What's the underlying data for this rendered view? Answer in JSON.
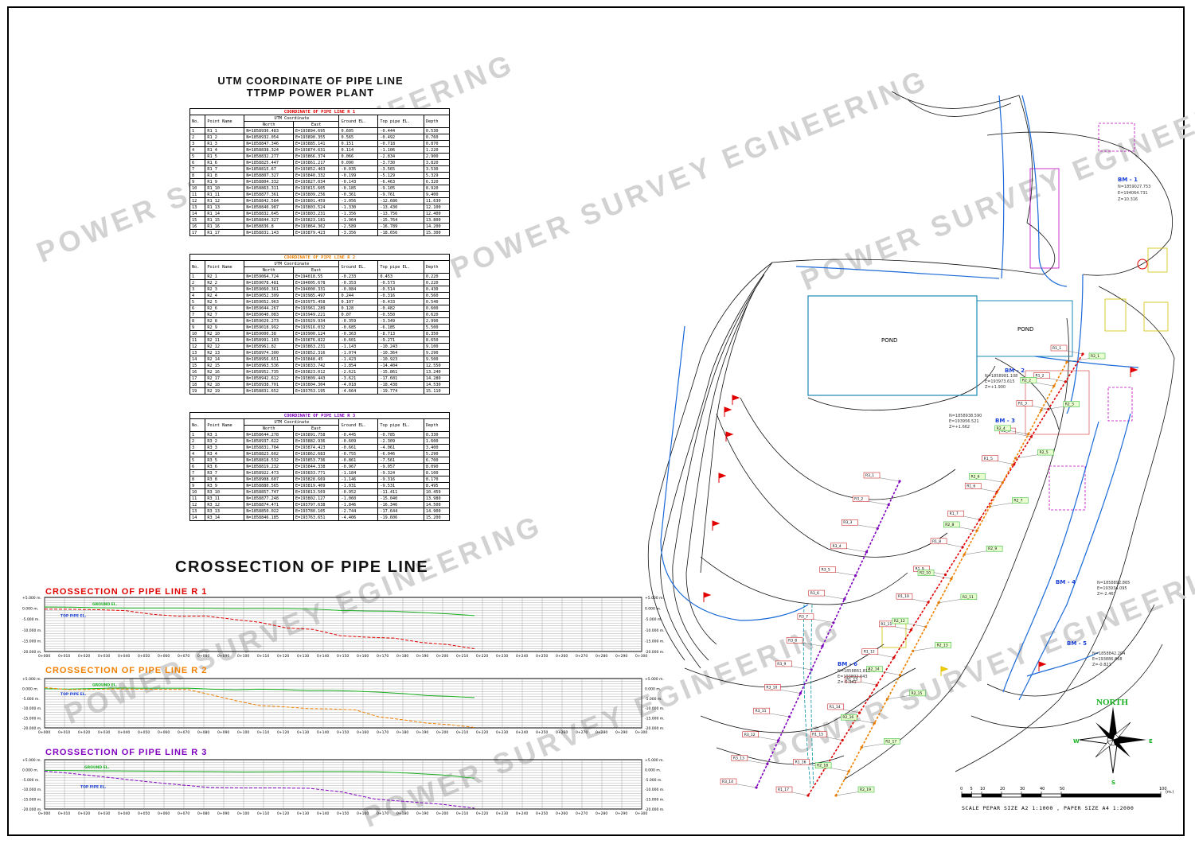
{
  "watermark": {
    "line1": "POWER SURVEY EGINEERING",
    "line2": "POWER SURVEY EGINEERING"
  },
  "utm_title": {
    "line1": "UTM COORDINATE OF PIPE LINE",
    "line2": "TTPMP POWER PLANT"
  },
  "table_headers": {
    "no": "No.",
    "point_name": "Point Name",
    "utm": "UTM Coordinate",
    "north": "North",
    "east": "East",
    "ground_el": "Ground EL.",
    "top_pipe_el": "Top pipe EL.",
    "depth": "Depth"
  },
  "tables": [
    {
      "caption": "COORDINATE OF PIPE LINE  R 1",
      "color": "#e00000",
      "rows": [
        [
          "1",
          "R1_1",
          "N=1858936.483",
          "E=193894.695",
          "0.605",
          "-0.444",
          "0.530"
        ],
        [
          "2",
          "R1_2",
          "N=1858932.054",
          "E=193890.355",
          "0.565",
          "-0.492",
          "0.760"
        ],
        [
          "3",
          "R1_3",
          "N=1858847.346",
          "E=193885.141",
          "0.151",
          "-0.718",
          "0.870"
        ],
        [
          "4",
          "R1_4",
          "N=1858838.324",
          "E=193874.631",
          "0.114",
          "-1.106",
          "1.220"
        ],
        [
          "5",
          "R1_5",
          "N=1858832.277",
          "E=193866.374",
          "0.066",
          "-2.834",
          "2.900"
        ],
        [
          "6",
          "R1_6",
          "N=1858825.447",
          "E=193861.217",
          "0.090",
          "-3.730",
          "3.820"
        ],
        [
          "7",
          "R1_7",
          "N=1858815.67",
          "E=193852.463",
          "-0.035",
          "-3.565",
          "3.530"
        ],
        [
          "8",
          "R1_8",
          "N=1858807.327",
          "E=193840.332",
          "-0.199",
          "-5.129",
          "5.329"
        ],
        [
          "9",
          "R1_9",
          "N=1858804.332",
          "E=193827.034",
          "-0.143",
          "-6.463",
          "6.320"
        ],
        [
          "10",
          "R1_10",
          "N=1858863.311",
          "E=193815.605",
          "-0.185",
          "-9.105",
          "8.920"
        ],
        [
          "11",
          "R1_11",
          "N=1858877.361",
          "E=193809.256",
          "-0.361",
          "-9.761",
          "9.400"
        ],
        [
          "12",
          "R1_12",
          "N=1858842.584",
          "E=193801.459",
          "-1.056",
          "-12.686",
          "11.630"
        ],
        [
          "13",
          "R1_13",
          "N=1858840.987",
          "E=193803.524",
          "-1.330",
          "-13.430",
          "12.100"
        ],
        [
          "14",
          "R1_14",
          "N=1858832.645",
          "E=193803.231",
          "-1.356",
          "-13.756",
          "12.400"
        ],
        [
          "15",
          "R1_15",
          "N=1858844.327",
          "E=193823.181",
          "-1.964",
          "-15.764",
          "13.800"
        ],
        [
          "16",
          "R1_16",
          "N=1858836.8",
          "E=193864.362",
          "-2.589",
          "-16.789",
          "14.200"
        ],
        [
          "17",
          "R1_17",
          "N=1858831.143",
          "E=193879.423",
          "-3.356",
          "-18.656",
          "15.300"
        ]
      ]
    },
    {
      "caption": "COORDINATE OF PIPE LINE  R 2",
      "color": "#f08000",
      "rows": [
        [
          "1",
          "R2_1",
          "N=1859064.724",
          "E=194018.55",
          "-0.233",
          "0.453",
          "0.220"
        ],
        [
          "2",
          "R2_2",
          "N=1859078.481",
          "E=194005.678",
          "-0.353",
          "-0.573",
          "0.220"
        ],
        [
          "3",
          "R2_3",
          "N=1859060.361",
          "E=194000.331",
          "-0.084",
          "-0.514",
          "0.430"
        ],
        [
          "4",
          "R2_4",
          "N=1859052.309",
          "E=193985.497",
          "0.244",
          "-0.316",
          "0.560"
        ],
        [
          "5",
          "R2_5",
          "N=1859052.963",
          "E=193975.458",
          "0.107",
          "-0.433",
          "0.540"
        ],
        [
          "6",
          "R2_6",
          "N=1859044.267",
          "E=193961.289",
          "0.128",
          "-0.482",
          "0.600"
        ],
        [
          "7",
          "R2_7",
          "N=1859040.083",
          "E=193949.221",
          "0.07",
          "-0.550",
          "0.620"
        ],
        [
          "8",
          "R2_8",
          "N=1859029.273",
          "E=193929.934",
          "-0.359",
          "-3.349",
          "2.990"
        ],
        [
          "9",
          "R2_9",
          "N=1859018.992",
          "E=193916.032",
          "-0.685",
          "-6.185",
          "5.500"
        ],
        [
          "10",
          "R2_10",
          "N=1859000.38",
          "E=193900.124",
          "-0.363",
          "-8.713",
          "8.350"
        ],
        [
          "11",
          "R2_11",
          "N=1858991.183",
          "E=193876.822",
          "-0.601",
          "-9.271",
          "8.650"
        ],
        [
          "12",
          "R2_12",
          "N=1858961.82",
          "E=193863.231",
          "-1.143",
          "-10.243",
          "9.100"
        ],
        [
          "13",
          "R2_13",
          "N=1858974.300",
          "E=193852.316",
          "-1.074",
          "-10.364",
          "9.290"
        ],
        [
          "14",
          "R2_14",
          "N=1858956.651",
          "E=193848.45",
          "-1.423",
          "-10.923",
          "9.500"
        ],
        [
          "15",
          "R2_15",
          "N=1858963.536",
          "E=193833.742",
          "-1.854",
          "-14.404",
          "12.550"
        ],
        [
          "16",
          "R2_16",
          "N=1858952.735",
          "E=193823.012",
          "-2.621",
          "-15.861",
          "13.240"
        ],
        [
          "17",
          "R2_17",
          "N=1858942.612",
          "E=193809.443",
          "-3.621",
          "-17.601",
          "14.280"
        ],
        [
          "18",
          "R2_18",
          "N=1858938.701",
          "E=193804.304",
          "-4.018",
          "-18.438",
          "14.530"
        ],
        [
          "19",
          "R2_19",
          "N=1858831.652",
          "E=193763.195",
          "-4.664",
          "-19.774",
          "15.110"
        ]
      ]
    },
    {
      "caption": "COORDINATE OF PIPE LINE  R 3",
      "color": "#8000c0",
      "rows": [
        [
          "1",
          "R3_1",
          "N=1858644.278",
          "E=193891.758",
          "-0.445",
          "-0.785",
          "0.330"
        ],
        [
          "2",
          "R3_2",
          "N=1858937.622",
          "E=193882.936",
          "-0.609",
          "-2.309",
          "1.600"
        ],
        [
          "3",
          "R3_3",
          "N=1858831.784",
          "E=193874.423",
          "-0.661",
          "-4.061",
          "3.400"
        ],
        [
          "4",
          "R3_4",
          "N=1858823.602",
          "E=193862.683",
          "-0.755",
          "-6.046",
          "5.290"
        ],
        [
          "5",
          "R3_5",
          "N=1858818.532",
          "E=193853.736",
          "-0.861",
          "-7.561",
          "6.700"
        ],
        [
          "6",
          "R3_6",
          "N=1858819.232",
          "E=193844.338",
          "-0.967",
          "-9.057",
          "8.090"
        ],
        [
          "7",
          "R3_7",
          "N=1858922.473",
          "E=193833.771",
          "-1.184",
          "-9.324",
          "8.100"
        ],
        [
          "8",
          "R3_8",
          "N=1858908.607",
          "E=193828.669",
          "-1.146",
          "-9.316",
          "8.170"
        ],
        [
          "9",
          "R3_9",
          "N=1858880.565",
          "E=193819.409",
          "-1.031",
          "-9.531",
          "8.495"
        ],
        [
          "10",
          "R3_10",
          "N=1858857.747",
          "E=193813.569",
          "-0.952",
          "-11.411",
          "10.459"
        ],
        [
          "11",
          "R3_11",
          "N=1858877.248",
          "E=193802.127",
          "-1.060",
          "-15.040",
          "13.980"
        ],
        [
          "12",
          "R3_12",
          "N=1858874.471",
          "E=193797.638",
          "-1.846",
          "-16.346",
          "14.500"
        ],
        [
          "13",
          "R3_13",
          "N=1858850.022",
          "E=193780.105",
          "-2.744",
          "-17.644",
          "14.900"
        ],
        [
          "14",
          "R3_14",
          "N=1858846.185",
          "E=193763.651",
          "-4.406",
          "-19.606",
          "15.200"
        ]
      ]
    }
  ],
  "crossection": {
    "title": "CROSSECTION OF PIPE LINE",
    "profiles": [
      {
        "label": "CROSSECTION OF PIPE LINE  R 1",
        "color": "#e00000",
        "stations": [
          "0+000",
          "0+010",
          "0+020",
          "0+030",
          "0+040",
          "0+050",
          "0+060",
          "0+070",
          "0+080",
          "0+090",
          "0+100",
          "0+110",
          "0+120",
          "0+130",
          "0+140",
          "0+150",
          "0+160",
          "0+170",
          "0+180",
          "0+190",
          "0+200",
          "0+210",
          "0+220",
          "0+230",
          "0+240",
          "0+250",
          "0+260",
          "0+270",
          "0+280",
          "0+290",
          "0+300"
        ],
        "y_ticks": [
          "+5.000 m.",
          "0.000 m.",
          "-5.000 m.",
          "-10.000 m.",
          "-15.000 m.",
          "-20.000 m."
        ],
        "ground_label": "GROUND EL.",
        "pipe_label": "TOP PIPE EL."
      },
      {
        "label": "CROSSECTION OF PIPE LINE  R 2",
        "color": "#f08000",
        "stations": [
          "0+000",
          "0+010",
          "0+020",
          "0+030",
          "0+040",
          "0+050",
          "0+060",
          "0+070",
          "0+080",
          "0+090",
          "0+100",
          "0+110",
          "0+120",
          "0+130",
          "0+140",
          "0+150",
          "0+160",
          "0+170",
          "0+180",
          "0+190",
          "0+200",
          "0+210",
          "0+220",
          "0+230",
          "0+240",
          "0+250",
          "0+260",
          "0+270",
          "0+280",
          "0+290",
          "0+300"
        ],
        "y_ticks": [
          "+5.000 m.",
          "0.000 m.",
          "-5.000 m.",
          "-10.000 m.",
          "-15.000 m.",
          "-20.000 m."
        ],
        "ground_label": "GROUND EL.",
        "pipe_label": "TOP PIPE EL."
      },
      {
        "label": "CROSSECTION OF PIPE LINE  R 3",
        "color": "#8000c0",
        "stations": [
          "0+000",
          "0+010",
          "0+020",
          "0+030",
          "0+040",
          "0+050",
          "0+060",
          "0+070",
          "0+080",
          "0+090",
          "0+100",
          "0+110",
          "0+120",
          "0+130",
          "0+140",
          "0+150",
          "0+160",
          "0+170",
          "0+180",
          "0+190",
          "0+200",
          "0+210",
          "0+220",
          "0+230",
          "0+240",
          "0+250",
          "0+260",
          "0+270",
          "0+280",
          "0+290",
          "0+300"
        ],
        "y_ticks": [
          "+5.000 m.",
          "0.000 m.",
          "-5.000 m.",
          "-10.000 m.",
          "-15.000 m.",
          "-20.000 m."
        ],
        "ground_label": "GROUND EL.",
        "pipe_label": "TOP PIPE EL."
      }
    ]
  },
  "map": {
    "pond1": "POND",
    "pond2": "POND",
    "bm_labels": [
      "BM - 1",
      "BM - 2",
      "BM - 3",
      "BM - 4",
      "BM - 5",
      "BM - 6"
    ],
    "bm_coords": [
      {
        "n": "N=1859027.753",
        "e": "E=194064.731",
        "z": "Z=10.316"
      },
      {
        "n": "N=1858981.108",
        "e": "E=193973.615",
        "z": "Z=+1.900"
      },
      {
        "n": "N=1858938.590",
        "e": "E=193956.521",
        "z": "Z=+1.662"
      },
      {
        "n": "N=1858892.865",
        "e": "E=193934.095",
        "z": "Z=-2.467"
      },
      {
        "n": "N=1858842.204",
        "e": "E=193886.868",
        "z": "Z=-0.821"
      },
      {
        "n": "N=1858861.811",
        "e": "E=193892.043",
        "z": "Z=-0.941"
      }
    ],
    "r1_points": [
      "R1_1",
      "R1_2",
      "R1_3",
      "R1_4",
      "R1_5",
      "R1_6",
      "R1_7",
      "R1_8",
      "R1_9",
      "R1_10",
      "R1_11",
      "R1_12",
      "R1_13",
      "R1_14",
      "R1_15",
      "R1_16",
      "R1_17"
    ],
    "r2_points": [
      "R2_1",
      "R2_2",
      "R2_3",
      "R2_4",
      "R2_5",
      "R2_6",
      "R2_7",
      "R2_8",
      "R2_9",
      "R2_10",
      "R2_11",
      "R2_12",
      "R2_13",
      "R2_14",
      "R2_15",
      "R2_16",
      "R2_17",
      "R2_18",
      "R2_19"
    ],
    "r3_points": [
      "R3_1",
      "R3_2",
      "R3_3",
      "R3_4",
      "R3_5",
      "R3_6",
      "R3_7",
      "R3_8",
      "R3_9",
      "R3_10",
      "R3_11",
      "R3_12",
      "R3_13",
      "R3_14"
    ],
    "pipe_colors": {
      "r1": "#e00000",
      "r2": "#f08000",
      "r3": "#8000c0",
      "water": "#1a6ad8",
      "survey": "#0090a0"
    }
  },
  "north": "NORTH",
  "compass": {
    "w": "W",
    "e": "E",
    "s": "S"
  },
  "scale": {
    "ticks": [
      "0",
      "5",
      "10",
      "20",
      "30",
      "40",
      "50",
      "100"
    ],
    "unit": "(m.)",
    "text": "SCALE PEPAR SIZE A2 1:1000 , PAPER SIZE A4 1:2000"
  }
}
